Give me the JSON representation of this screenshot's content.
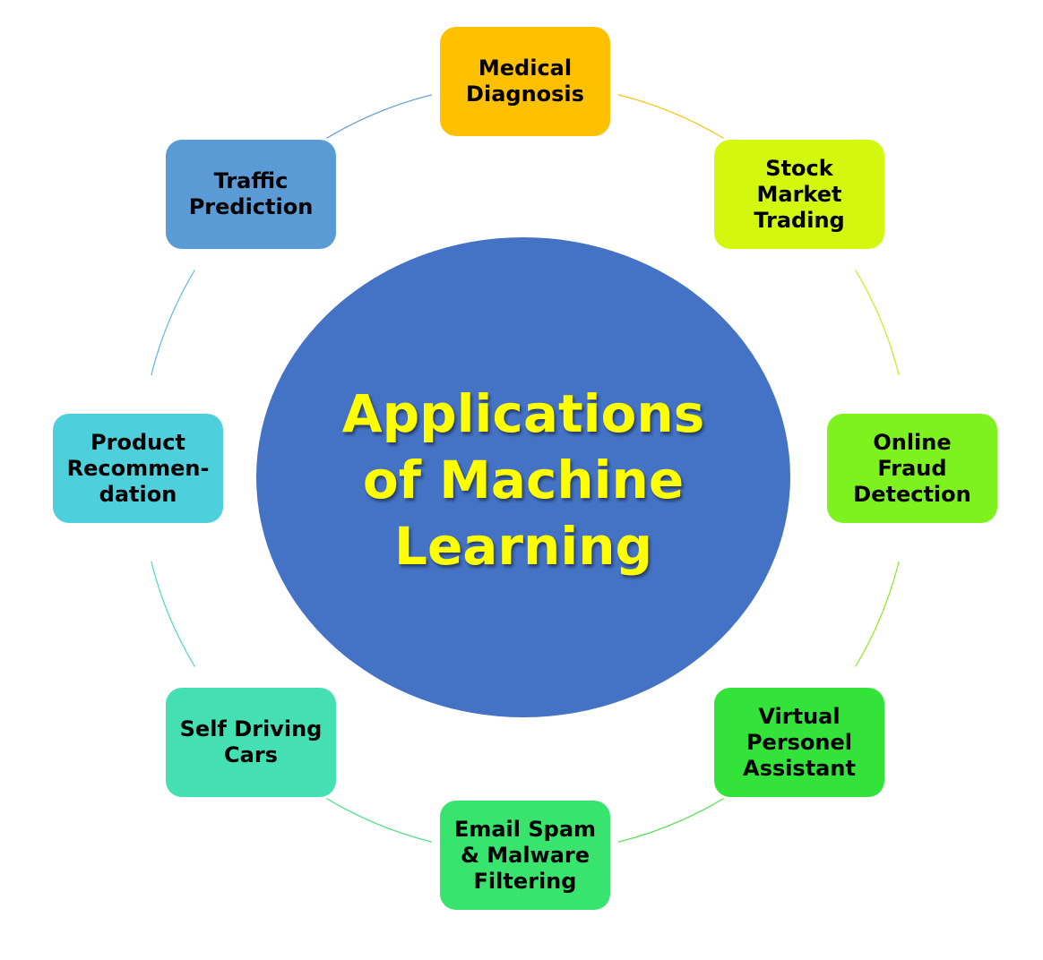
{
  "diagram": {
    "center": {
      "label": "Applications\nof Machine\nLearning",
      "fill": "#4472c4",
      "text_color": "#ffff00"
    },
    "nodes": [
      {
        "id": "medical",
        "label": "Medical\nDiagnosis",
        "color": "#ffc000"
      },
      {
        "id": "stock",
        "label": "Stock\nMarket\nTrading",
        "color": "#d4f70f"
      },
      {
        "id": "fraud",
        "label": "Online\nFraud\nDetection",
        "color": "#7ef21f"
      },
      {
        "id": "virtual",
        "label": "Virtual\nPersonel\nAssistant",
        "color": "#34e33a"
      },
      {
        "id": "email",
        "label": "Email Spam\n& Malware\nFiltering",
        "color": "#38e36e"
      },
      {
        "id": "selfdrive",
        "label": "Self Driving\nCars",
        "color": "#44e0b4"
      },
      {
        "id": "product",
        "label": "Product\nRecommen-\ndation",
        "color": "#4ecfdc"
      },
      {
        "id": "traffic",
        "label": "Traffic\nPrediction",
        "color": "#5b9bd5"
      }
    ],
    "ring_arc_colors": [
      "#ffc000",
      "#c8e81a",
      "#8de826",
      "#4fe04a",
      "#45e080",
      "#4ad8c4",
      "#5bb8da",
      "#5b9bd5"
    ]
  }
}
